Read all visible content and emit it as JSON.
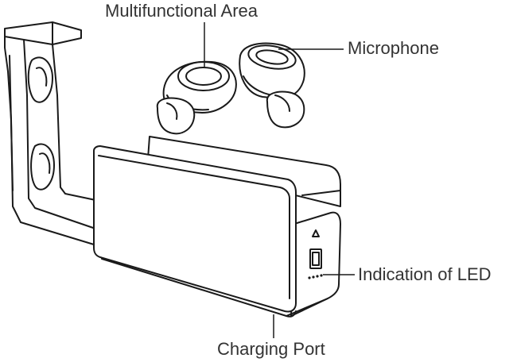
{
  "labels": {
    "multifunctional_area": "Multifunctional Area",
    "microphone": "Microphone",
    "indication_led": "Indication of LED",
    "charging_port": "Charging Port"
  },
  "colors": {
    "ink": "#1a1a1a",
    "label_text": "#333333",
    "background": "#ffffff"
  }
}
